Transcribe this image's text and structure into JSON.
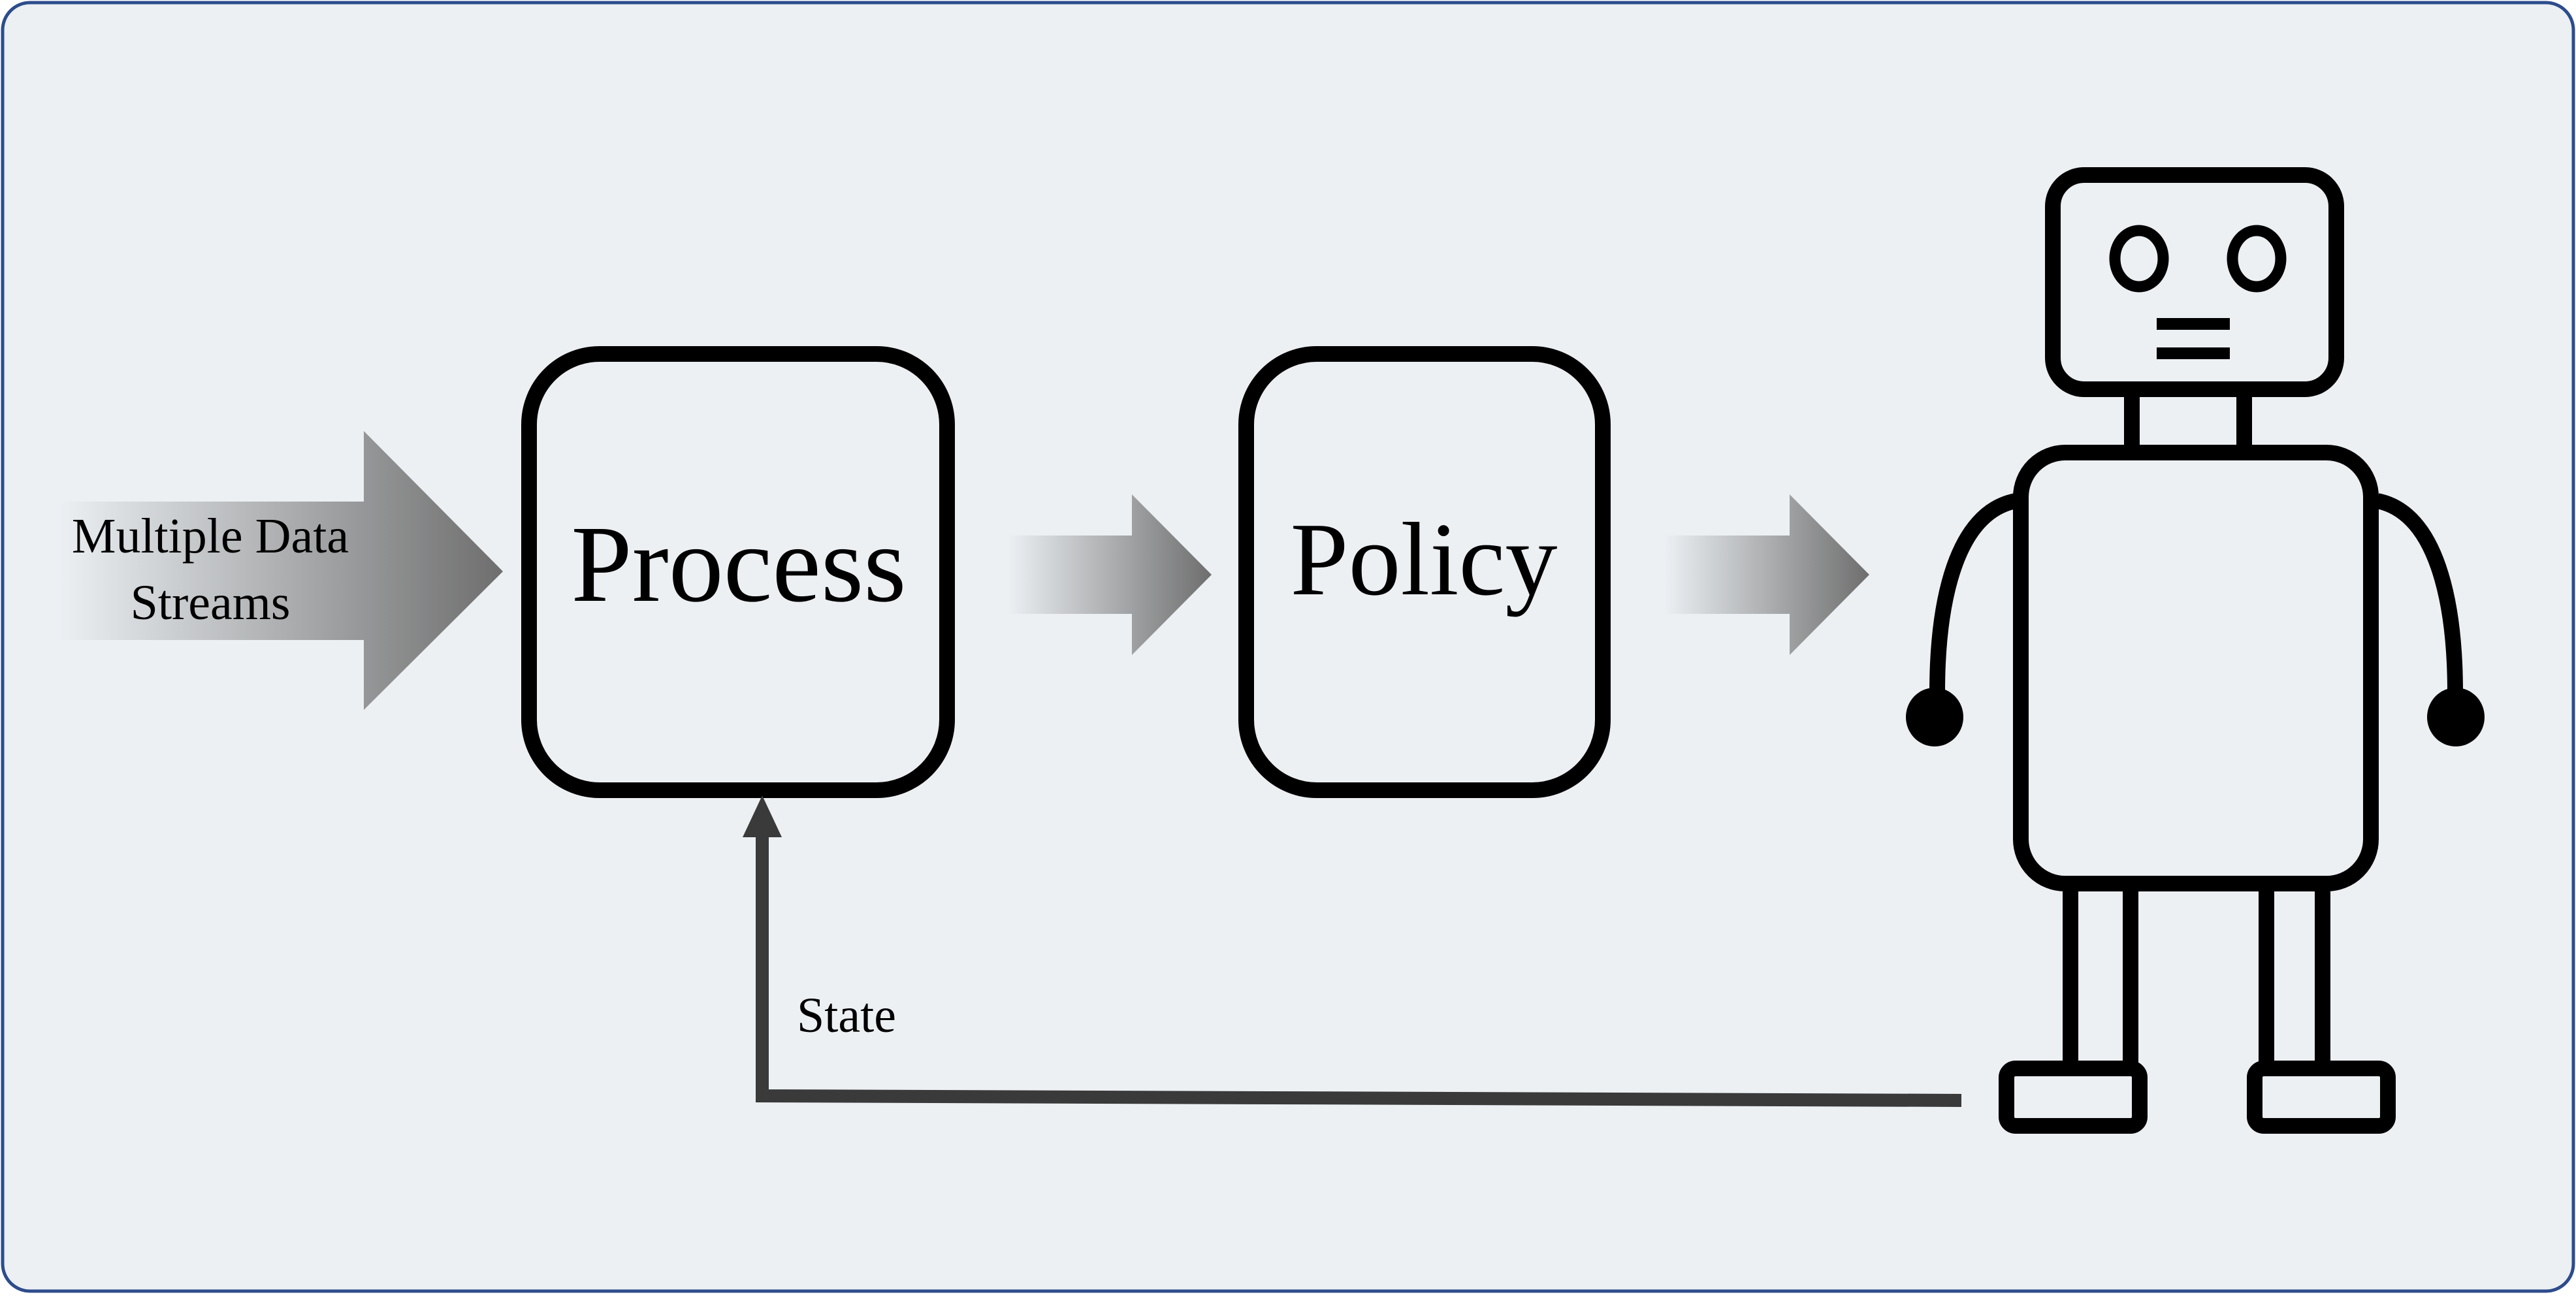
{
  "inputs": {
    "label_line1": "Multiple Data",
    "label_line2": "Streams"
  },
  "blocks": {
    "process": "Process",
    "policy": "Policy"
  },
  "feedback": {
    "label": "State"
  },
  "colors": {
    "panel_background": "#ECF0F3",
    "panel_border": "#2D4C8C",
    "stroke": "#000000",
    "feedback_line": "#3A3A3A",
    "arrow_gradient_light": "#ECF0F3",
    "arrow_gradient_dark": "#6E6E6E"
  },
  "icons": {
    "agent": "robot-icon"
  }
}
